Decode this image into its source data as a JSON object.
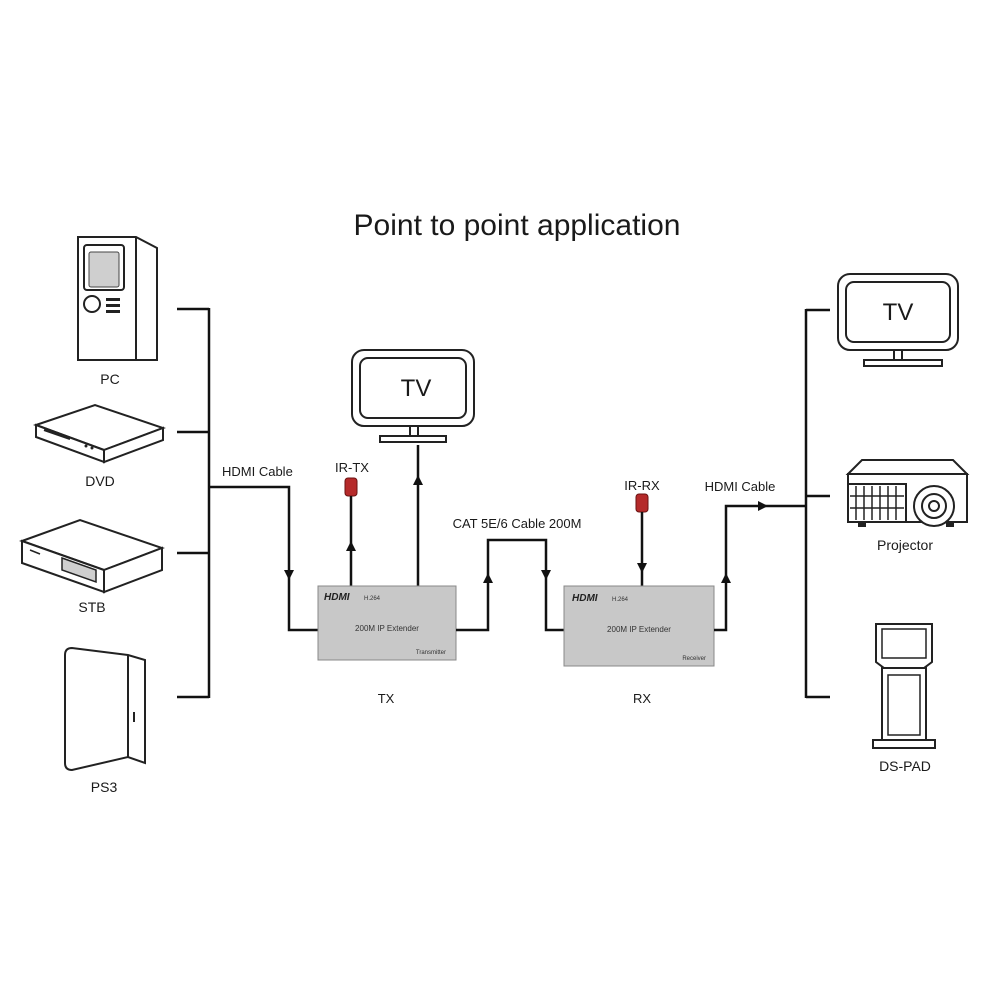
{
  "title": "Point to point application",
  "sources": {
    "pc": "PC",
    "dvd": "DVD",
    "stb": "STB",
    "ps3": "PS3"
  },
  "tx": {
    "label": "TX",
    "brand": "HDMI",
    "codec": "H.264",
    "name": "200M IP Extender",
    "role": "Transmitter",
    "ir_label": "IR-TX",
    "tv_label": "TV"
  },
  "rx": {
    "label": "RX",
    "brand": "HDMI",
    "codec": "H.264",
    "name": "200M IP Extender",
    "role": "Receiver",
    "ir_label": "IR-RX"
  },
  "cables": {
    "hdmi_left": "HDMI Cable",
    "cat": "CAT 5E/6 Cable 200M",
    "hdmi_right": "HDMI Cable"
  },
  "outputs": {
    "tv": "TV",
    "projector": "Projector",
    "ds_pad": "DS-PAD"
  },
  "colors": {
    "line": "#111111",
    "box_fill": "#c8c8c8",
    "ir_red": "#b52a2a"
  }
}
